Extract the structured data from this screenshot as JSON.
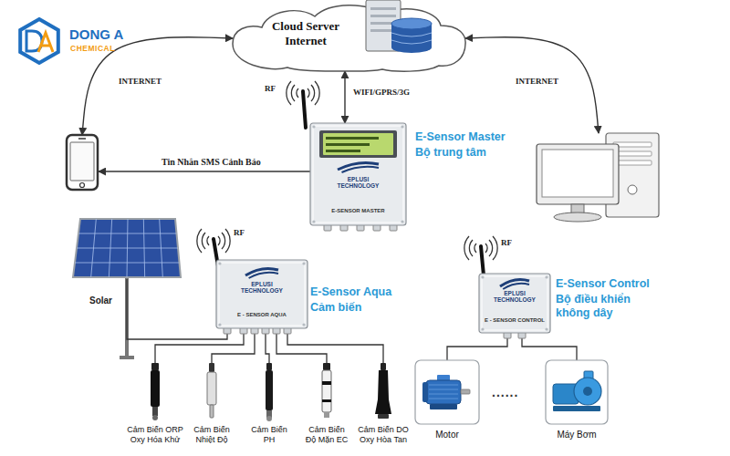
{
  "diagram": {
    "nodes": [
      {
        "text": [
          "Cloud Server Internet"
        ]
      },
      {
        "text": []
      },
      {
        "text": [
          "E-Sensor Master",
          "Bộ trung tâm",
          "EPLUSI TECHNOLOGY",
          "E-SENSOR MASTER"
        ]
      },
      {
        "text": []
      },
      {
        "text": [
          "Solar"
        ]
      },
      {
        "text": [
          "E-Sensor Aqua",
          "Cảm biến",
          "EPLUSI TECHNOLOGY",
          "E - SENSOR AQUA"
        ]
      },
      {
        "text": [
          "E-Sensor Control",
          "Bộ điều khiển không dây",
          "EPLUSI TECHNOLOGY",
          "E - SENSOR CONTROL"
        ]
      },
      {
        "text": [
          "Cảm Biến ORP Oxy Hóa Khử"
        ]
      },
      {
        "text": [
          "Cảm Biến Nhiệt Độ"
        ]
      },
      {
        "text": [
          "Cảm Biến PH"
        ]
      },
      {
        "text": [
          "Cảm Biến Độ Mặn EC"
        ]
      },
      {
        "text": [
          "Cảm Biến DO Oxy Hòa Tan"
        ]
      },
      {
        "text": [
          "Motor"
        ]
      },
      {
        "text": [
          "Máy Bơm"
        ]
      }
    ],
    "edges": [
      {
        "from": 0,
        "to": 1,
        "arrow": "both",
        "label": "INTERNET"
      },
      {
        "from": 0,
        "to": 3,
        "arrow": "both",
        "label": "INTERNET"
      },
      {
        "from": 0,
        "to": 2,
        "arrow": "both",
        "label": "WIFI/GPRS/3G"
      },
      {
        "from": 2,
        "to": 1,
        "arrow": "to",
        "label": "Tin Nhắn SMS Cảnh Báo"
      },
      {
        "from": 4,
        "to": 5,
        "arrow": "none"
      },
      {
        "from": 5,
        "to": 7,
        "arrow": "none"
      },
      {
        "from": 5,
        "to": 8,
        "arrow": "none"
      },
      {
        "from": 5,
        "to": 9,
        "arrow": "none"
      },
      {
        "from": 5,
        "to": 10,
        "arrow": "none"
      },
      {
        "from": 5,
        "to": 11,
        "arrow": "none"
      },
      {
        "from": 6,
        "to": 12,
        "arrow": "none"
      },
      {
        "from": 6,
        "to": 13,
        "arrow": "none"
      }
    ],
    "labels": [
      "DONG A",
      "CHEMICAL",
      "RF",
      "RF",
      "RF",
      "......"
    ]
  }
}
